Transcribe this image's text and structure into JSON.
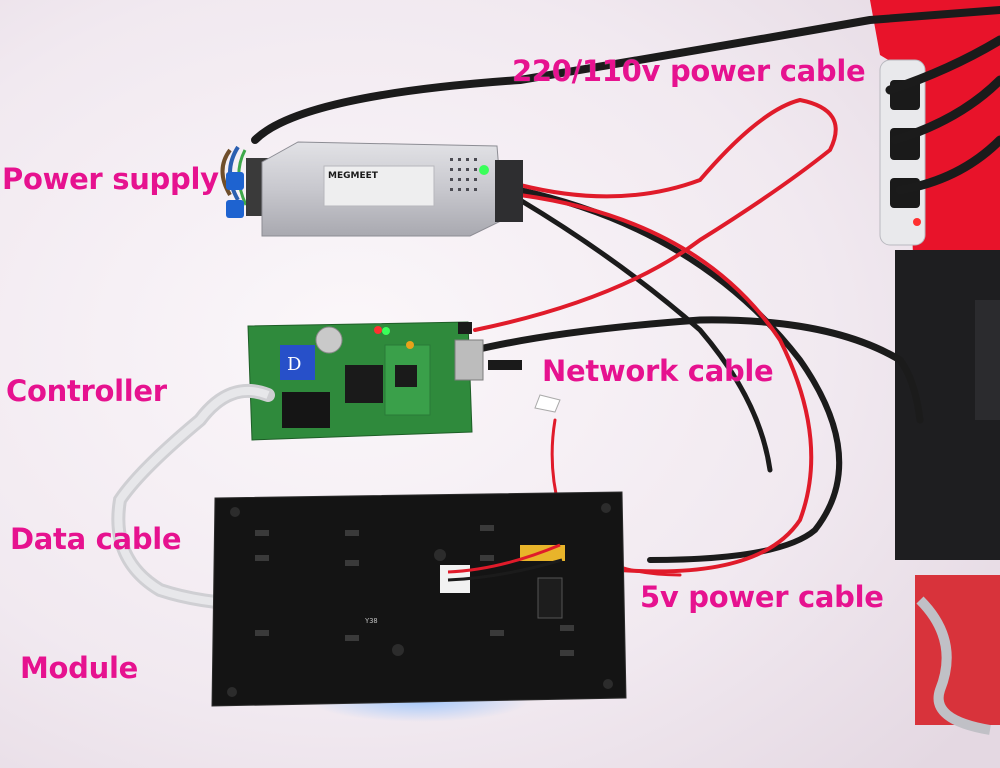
{
  "labels": {
    "power_supply": "Power supply",
    "power_cable_220": "220/110v power cable",
    "controller": "Controller",
    "network_cable": "Network cable",
    "data_cable": "Data cable",
    "power_cable_5v": "5v power cable",
    "module": "Module"
  },
  "printed": {
    "psu_brand": "MEGMEET",
    "controller_mark": "D",
    "module_mark": "Y38"
  },
  "colors": {
    "label_magenta": "#e6128f",
    "wall_white": "#f4eef3",
    "red_outlet": "#e8132a",
    "pcb_green": "#2f8a3c",
    "module_black": "#141414",
    "cable_black": "#1b1b1b",
    "cable_red": "#e01b2a",
    "ribbon_grey": "#d6d6d6",
    "psu_silver": "#cfcfd4"
  }
}
